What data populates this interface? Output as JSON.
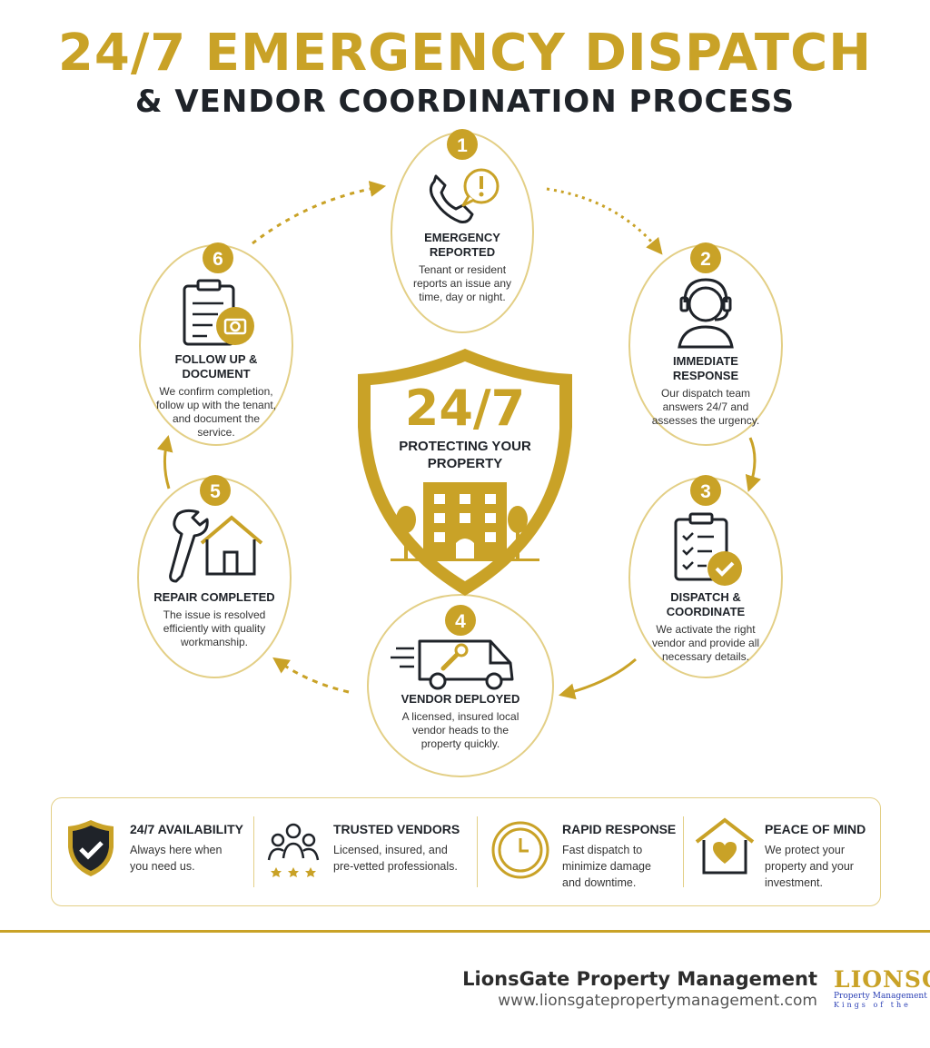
{
  "title": {
    "line1": "24/7 EMERGENCY DISPATCH",
    "line2": "& VENDOR COORDINATION PROCESS"
  },
  "colors": {
    "gold": "#c9a227",
    "dark": "#1f2329",
    "border": "#e3cf86"
  },
  "shield": {
    "big": "24/7",
    "caption": "PROTECTING YOUR PROPERTY"
  },
  "steps": [
    {
      "number": "1",
      "title": "EMERGENCY REPORTED",
      "description": "Tenant or resident reports an issue any time, day or night.",
      "icon": "phone-alert-icon"
    },
    {
      "number": "2",
      "title": "IMMEDIATE RESPONSE",
      "description": "Our dispatch team answers 24/7 and assesses the urgency.",
      "icon": "headset-agent-icon"
    },
    {
      "number": "3",
      "title": "DISPATCH & COORDINATE",
      "description": "We activate the right vendor and provide all necessary details.",
      "icon": "clipboard-check-icon"
    },
    {
      "number": "4",
      "title": "VENDOR DEPLOYED",
      "description": "A licensed, insured local vendor heads to the property quickly.",
      "icon": "service-van-icon"
    },
    {
      "number": "5",
      "title": "REPAIR COMPLETED",
      "description": "The issue is resolved efficiently with quality workmanship.",
      "icon": "wrench-house-icon"
    },
    {
      "number": "6",
      "title": "FOLLOW UP & DOCUMENT",
      "description": "We confirm completion, follow up with the tenant, and document the service.",
      "icon": "clipboard-camera-icon"
    }
  ],
  "features": [
    {
      "title": "24/7 AVAILABILITY",
      "description": "Always here when you need us.",
      "icon": "shield-check-icon"
    },
    {
      "title": "TRUSTED VENDORS",
      "description": "Licensed, insured, and pre-vetted professionals.",
      "icon": "people-stars-icon"
    },
    {
      "title": "RAPID RESPONSE",
      "description": "Fast dispatch to minimize damage and downtime.",
      "icon": "clock-icon"
    },
    {
      "title": "PEACE OF MIND",
      "description": "We protect your property and your investment.",
      "icon": "house-heart-icon"
    }
  ],
  "footer": {
    "company": "LionsGate Property Management",
    "website": "www.lionsgatepropertymanagement.com",
    "logo_line1": "LIONSGATE",
    "logo_line2": "Property Management",
    "logo_line3": "Kings of the"
  }
}
